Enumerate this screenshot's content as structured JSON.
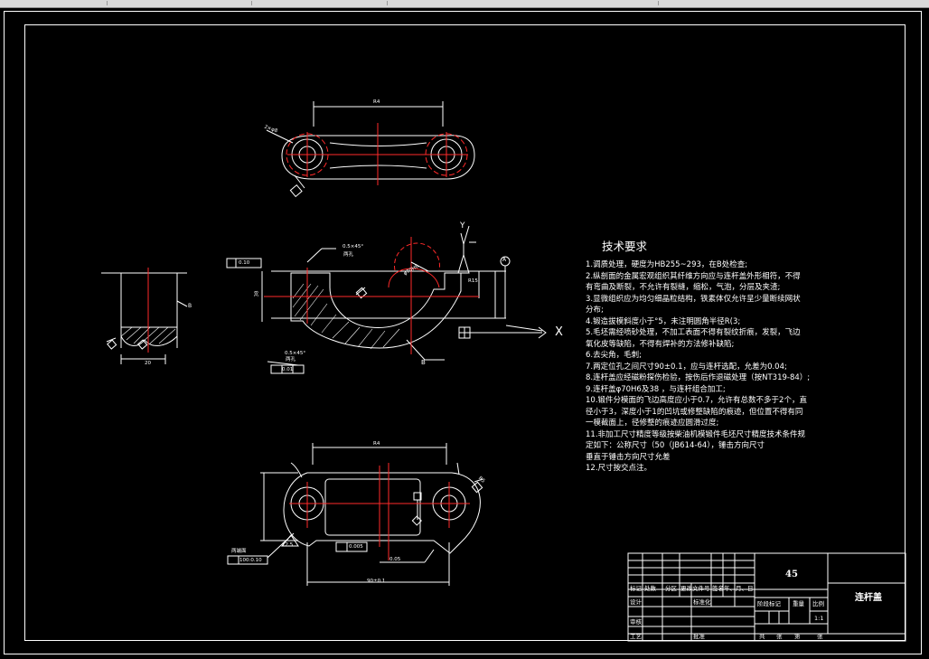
{
  "tech_requirements": {
    "title": "技术要求",
    "items": [
      "1.调质处理，硬度为HB255~293，在B处检查;",
      "2.纵剖面的金属宏观组织其纤维方向应与连杆盖外形相符，不得",
      "有弯曲及断裂，不允许有裂缝，缩松，气泡，分层及夹渣;",
      "3.显微组织应为均匀细晶粒结构，铁素体仅允许呈少量断续网状",
      "分布;",
      "4.锻造拔模斜度小于°5，未注明圆角半径R(3;",
      "5.毛坯需经喷砂处理，不加工表面不得有裂纹折痕，发裂，飞边",
      "氧化皮等缺陷，不得有焊补的方法修补缺陷;",
      "6.去尖角，毛刺;",
      "7.两定位孔之间尺寸90±0.1，应与连杆选配，允差为0.04;",
      "8.连杆盖应经磁粉探伤检验，按伤后作退磁处理（按NT319-84）;",
      "9.连杆盖φ70H6及38 ，与连杆组合加工;",
      "10.锻件分模面的飞边高度应小于0.7，允许有总数不多于2个，直",
      "径小于3，深度小于1的凹坑或修整缺陷的痕迹，但位置不得有同",
      "一模截面上，径修整的痕迹应圆滑过度;",
      "11.非加工尺寸精度等级按柴油机模锻件毛坯尺寸精度技术条件规",
      "定如下：公称尺寸（50（JB614-64），锤击方向尺寸",
      "垂直于锤击方向尺寸允差",
      "12.尺寸按交点注。"
    ]
  },
  "title_block": {
    "material": "45",
    "part_name": "连杆盖",
    "scale": "1:1",
    "headers": [
      "标记",
      "处数",
      "分区",
      "更改文件号",
      "签名",
      "年、月、日"
    ],
    "design": "设计",
    "standardization": "标准化",
    "stage_mark": "阶段标记",
    "weight": "重量",
    "scale_label": "比例",
    "review": "审核",
    "process": "工艺",
    "approve": "批准",
    "sheets": [
      "共",
      "张",
      "第",
      "张"
    ]
  },
  "annotations": {
    "dim_top_width": "R4",
    "dim_top_hole": "2×φ8",
    "dim_bottom_width": "R4",
    "dim_bottom_span": "90±0.1",
    "dim_section_chamfer1": "0.5×45°",
    "dim_section_chamfer2": "0.5×45°",
    "dim_section_hole1": "两孔",
    "dim_section_hole2": "两孔",
    "dim_section_height": "38",
    "dim_section_r": "R15",
    "dim_section_bore": "φ70H6",
    "dim_left_width": "20",
    "label_b": "B",
    "label_a": "A",
    "label_x": "X",
    "label_y": "Y",
    "tol_flat": "0.10",
    "tol_position": "0.05",
    "tol_perp": "0.01",
    "tol_bottom": "0.005",
    "ref_bottom_left": "100:0.10",
    "label_bottom_note": "两端面",
    "dim_angle": "12.5",
    "dim_r5": "R5"
  }
}
